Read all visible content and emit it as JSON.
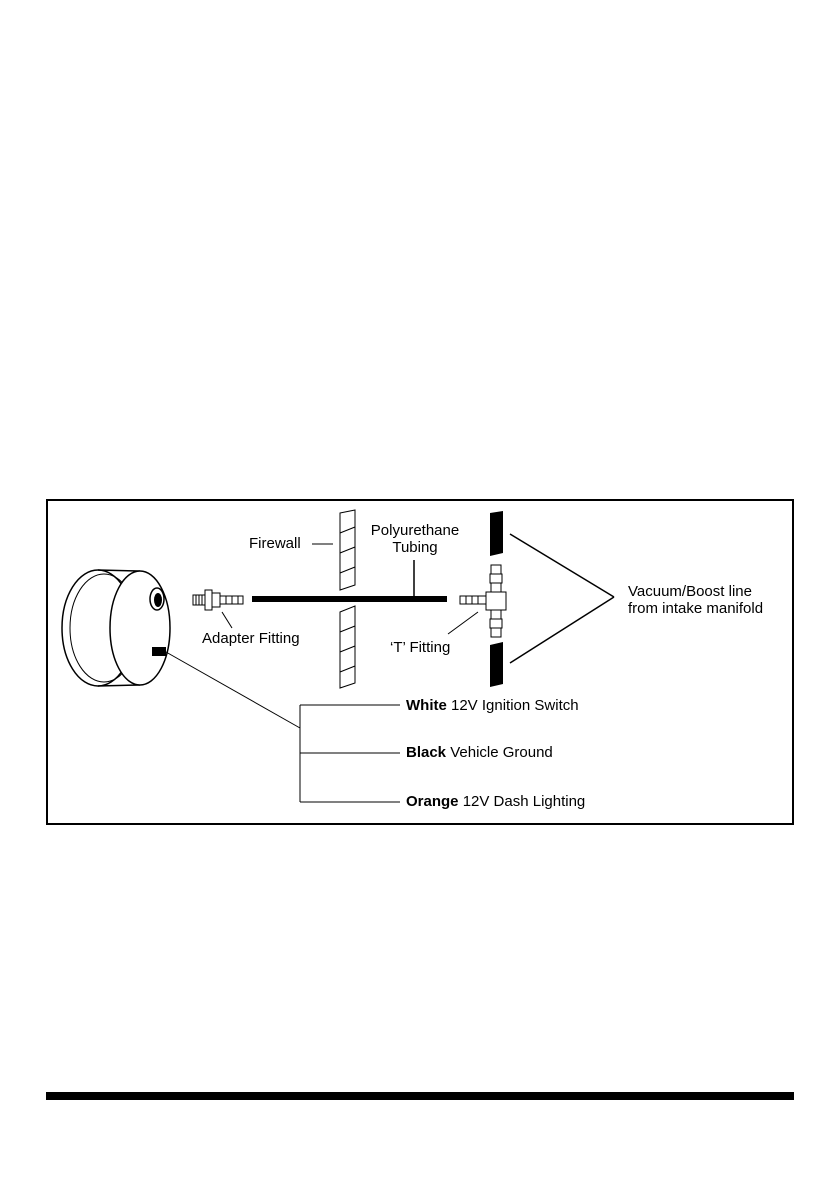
{
  "diagram": {
    "labels": {
      "firewall": "Firewall",
      "tubing_line1": "Polyurethane",
      "tubing_line2": "Tubing",
      "vacuum_line1": "Vacuum/Boost line",
      "vacuum_line2": "from intake manifold",
      "adapter": "Adapter Fitting",
      "t_fitting": "‘T’ Fitting"
    },
    "wires": [
      {
        "color": "White",
        "desc": "12V Ignition Switch"
      },
      {
        "color": "Black",
        "desc": "Vehicle Ground"
      },
      {
        "color": "Orange",
        "desc": "12V Dash Lighting"
      }
    ]
  }
}
